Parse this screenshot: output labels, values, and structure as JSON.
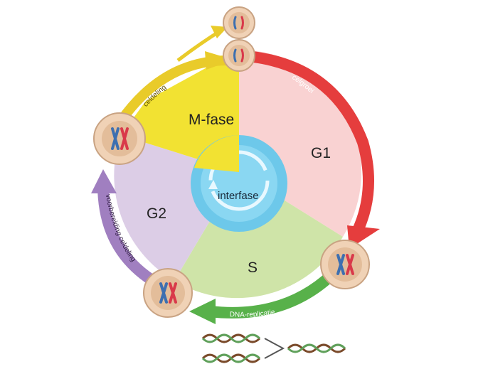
{
  "phases": {
    "m_phase": "M-fase",
    "g1": "G1",
    "s": "S",
    "g2": "G2"
  },
  "center": "interfase",
  "arrows": {
    "celdeling": "celdeling",
    "celgroei": "celgroei",
    "dna_replicatie": "DNA-replicatie",
    "voorbereiding": "voorbereiding celdeling"
  },
  "colors": {
    "m_phase": "#f2e232",
    "g1": "#f9d2d2",
    "s": "#cfe4a8",
    "g2": "#dccde6",
    "center_ring": "#6dc8ea",
    "center_core": "#8ad7f2",
    "arrow_celdeling": "#e9cb2a",
    "arrow_celgroei": "#e53d3d",
    "arrow_dna": "#58b14a",
    "arrow_voorbereiding": "#a07fc0",
    "cell_fill": "#f0d2b6",
    "cell_border": "#c9a383",
    "chromosome_red": "#d9394a",
    "chromosome_blue": "#3d6fb0"
  },
  "icons": [
    "cell-icon",
    "chromosome-icon",
    "dna-helix-icon"
  ]
}
